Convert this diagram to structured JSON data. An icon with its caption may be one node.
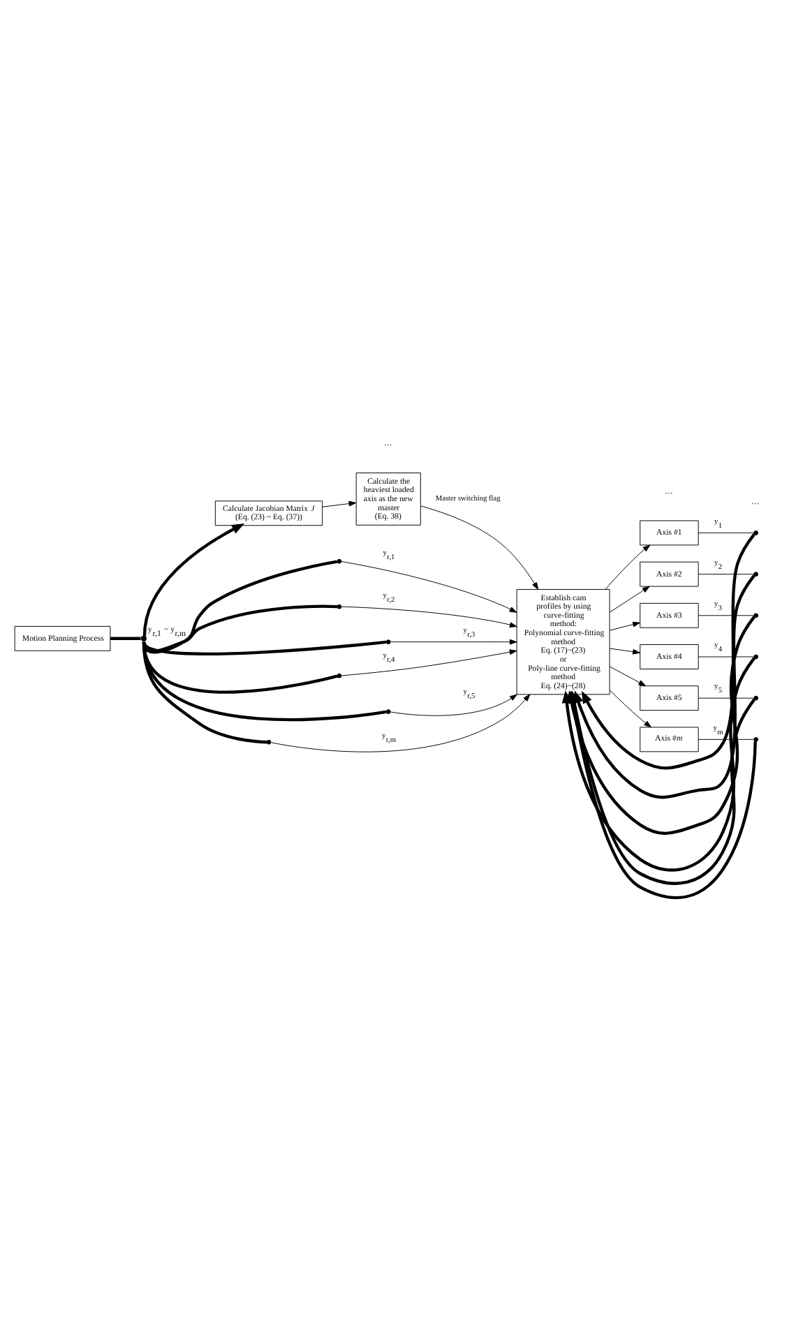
{
  "diagram": {
    "nodes": [
      {
        "text": [
          "Motion Planning Process"
        ]
      },
      {
        "text": [],
        "shape": "circle",
        "beside": [
          "y$_{r,1}$ ~ y$_{r,m}$"
        ]
      },
      {
        "text": [
          "Calculate Jacobian Matrix *J*",
          "(Eq. (23) ~ Eq. (37))"
        ]
      },
      {
        "text": [
          "Calculate the heaviest loaded axis as the new master",
          "(Eq. 38)"
        ]
      },
      {
        "text": [
          "Establish cam profiles by using curve-fitting method:",
          "Polynomial curve-fitting method",
          "Eq. (17)~(23)",
          "or",
          "Poly-line curve-fitting method",
          "Eq. (24)~(28)"
        ]
      },
      {
        "text": [
          "Axis #1"
        ]
      },
      {
        "text": [
          "Axis #2"
        ]
      },
      {
        "text": [
          "Axis #3"
        ]
      },
      {
        "text": [
          "Axis #4"
        ]
      },
      {
        "text": [
          "Axis #5"
        ]
      },
      {
        "text": [
          "Axis #*m*"
        ]
      },
      {
        "text": [],
        "shape": "circle"
      },
      {
        "text": [],
        "shape": "circle"
      },
      {
        "text": [],
        "shape": "circle"
      },
      {
        "text": [],
        "shape": "circle"
      },
      {
        "text": [],
        "shape": "circle"
      },
      {
        "text": [],
        "shape": "circle"
      },
      {
        "text": [],
        "shape": "circle"
      },
      {
        "text": [],
        "shape": "circle"
      },
      {
        "text": [],
        "shape": "circle"
      },
      {
        "text": [],
        "shape": "circle"
      },
      {
        "text": [],
        "shape": "circle"
      },
      {
        "text": [],
        "shape": "circle"
      }
    ],
    "edges": [
      {
        "from": 0,
        "to": 1,
        "arrow": "none",
        "style": "thick"
      },
      {
        "from": 1,
        "to": 2,
        "arrow": "to",
        "style": "thick"
      },
      {
        "from": 2,
        "to": 3,
        "arrow": "to"
      },
      {
        "from": 3,
        "to": 4,
        "arrow": "to",
        "label": "Master switching flag"
      },
      {
        "from": 1,
        "to": 11,
        "arrow": "none",
        "style": "thick"
      },
      {
        "from": 1,
        "to": 12,
        "arrow": "none",
        "style": "thick"
      },
      {
        "from": 1,
        "to": 13,
        "arrow": "none",
        "style": "thick"
      },
      {
        "from": 1,
        "to": 14,
        "arrow": "none",
        "style": "thick"
      },
      {
        "from": 1,
        "to": 15,
        "arrow": "none",
        "style": "thick"
      },
      {
        "from": 1,
        "to": 16,
        "arrow": "none",
        "style": "thick"
      },
      {
        "from": 11,
        "to": 4,
        "arrow": "to",
        "label": "y$_{r,1}$"
      },
      {
        "from": 12,
        "to": 4,
        "arrow": "to",
        "label": "y$_{r,2}$"
      },
      {
        "from": 13,
        "to": 4,
        "arrow": "to",
        "label": "y$_{r,3}$"
      },
      {
        "from": 14,
        "to": 4,
        "arrow": "to",
        "label": "y$_{r,4}$"
      },
      {
        "from": 15,
        "to": 4,
        "arrow": "to",
        "label": "y$_{r,5}$"
      },
      {
        "from": 16,
        "to": 4,
        "arrow": "to",
        "label": "y$_{r,m}$"
      },
      {
        "from": 4,
        "to": 5,
        "arrow": "to"
      },
      {
        "from": 4,
        "to": 6,
        "arrow": "to"
      },
      {
        "from": 4,
        "to": 7,
        "arrow": "to"
      },
      {
        "from": 4,
        "to": 8,
        "arrow": "to"
      },
      {
        "from": 4,
        "to": 9,
        "arrow": "to"
      },
      {
        "from": 4,
        "to": 10,
        "arrow": "to"
      },
      {
        "from": 5,
        "to": 17,
        "arrow": "none",
        "label": "y$_{1}$"
      },
      {
        "from": 6,
        "to": 18,
        "arrow": "none",
        "label": "y$_{2}$"
      },
      {
        "from": 7,
        "to": 19,
        "arrow": "none",
        "label": "y$_{3}$"
      },
      {
        "from": 8,
        "to": 20,
        "arrow": "none",
        "label": "y$_{4}$"
      },
      {
        "from": 9,
        "to": 21,
        "arrow": "none",
        "label": "y$_{5}$"
      },
      {
        "from": 10,
        "to": 22,
        "arrow": "none",
        "label": "y$_{m}$"
      },
      {
        "from": 17,
        "to": 4,
        "arrow": "to",
        "style": "thick"
      },
      {
        "from": 18,
        "to": 4,
        "arrow": "to",
        "style": "thick"
      },
      {
        "from": 19,
        "to": 4,
        "arrow": "to",
        "style": "thick"
      },
      {
        "from": 20,
        "to": 4,
        "arrow": "to",
        "style": "thick"
      },
      {
        "from": 21,
        "to": 4,
        "arrow": "to",
        "style": "thick"
      },
      {
        "from": 22,
        "to": 4,
        "arrow": "to",
        "style": "thick"
      }
    ],
    "labels": [
      "…",
      "…",
      "…"
    ]
  }
}
